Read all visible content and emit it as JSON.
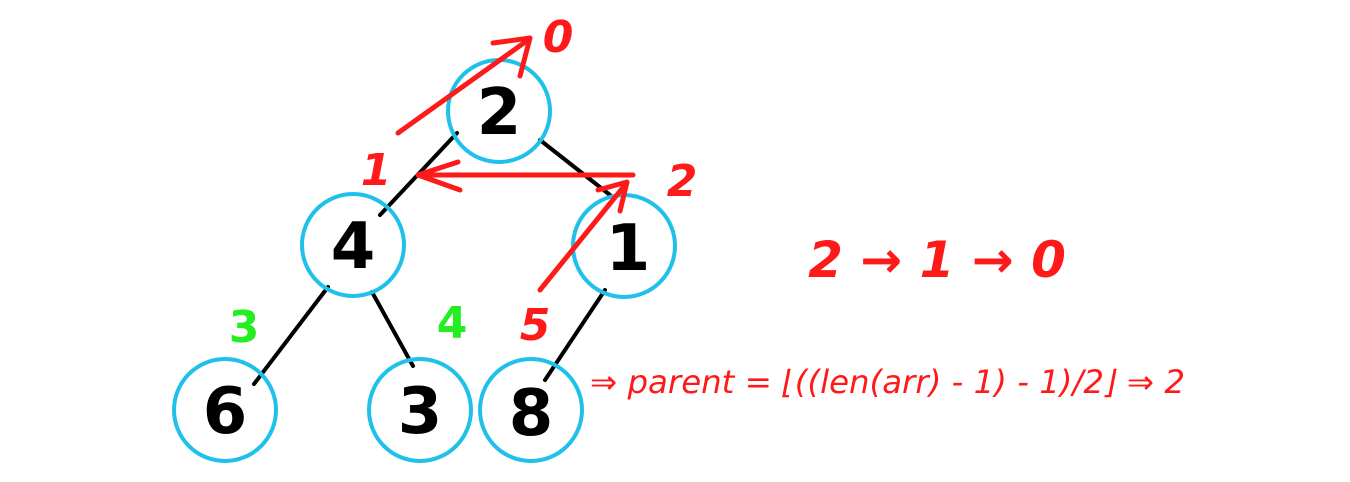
{
  "colors": {
    "node_circle": "#1fc1ea",
    "edge": "#000000",
    "highlight": "#ff1a1a",
    "green": "#22ee22"
  },
  "nodes": [
    {
      "value": "2",
      "index": "0"
    },
    {
      "value": "4",
      "index": "1"
    },
    {
      "value": "1",
      "index": "2"
    },
    {
      "value": "6",
      "index": "3"
    },
    {
      "value": "3",
      "index": "4"
    },
    {
      "value": "8",
      "index": "5"
    }
  ],
  "annotations": {
    "green_indices": [
      "3",
      "4"
    ],
    "traversal_path": "2 → 1 → 0",
    "formula": "⇒ parent = ⌊((len(arr) - 1) - 1)/2⌋ ⇒ 2"
  }
}
